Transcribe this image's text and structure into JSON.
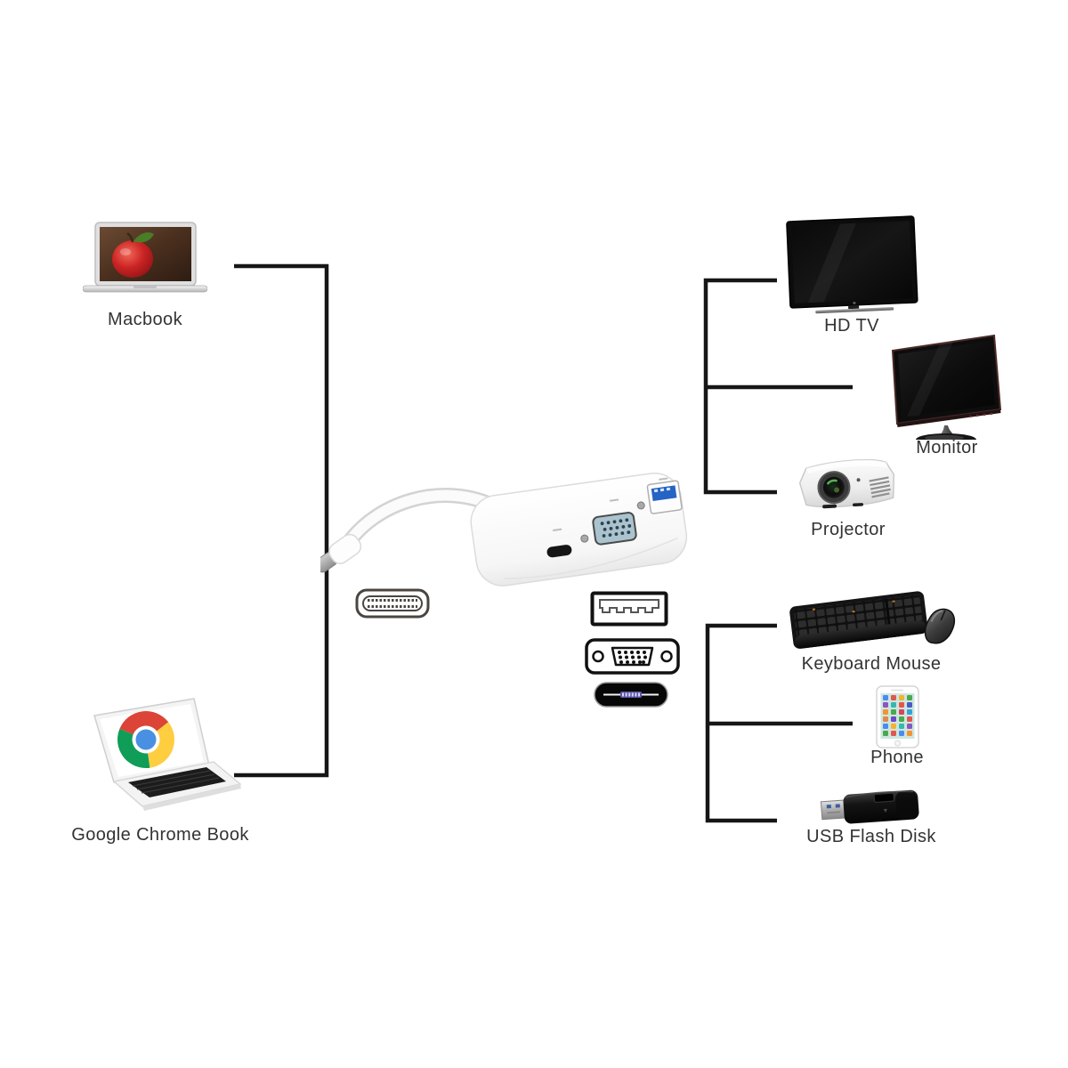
{
  "devices": {
    "macbook": {
      "label": "Macbook"
    },
    "chromebook": {
      "label": "Google Chrome Book"
    },
    "hdtv": {
      "label": "HD TV"
    },
    "monitor": {
      "label": "Monitor"
    },
    "projector": {
      "label": "Projector"
    },
    "keyboard_mouse": {
      "label": "Keyboard Mouse"
    },
    "phone": {
      "label": "Phone"
    },
    "usb_flash_disk": {
      "label": "USB Flash Disk"
    }
  },
  "adapter": {
    "icon": "usb-c-multiport-adapter-image",
    "port_icons": [
      "usb-c-port-icon",
      "usb-a-port-icon",
      "vga-port-icon",
      "usb-c-plug-icon"
    ]
  },
  "connections": [
    {
      "from": "Macbook",
      "to": "adapter"
    },
    {
      "from": "Google Chrome Book",
      "to": "adapter"
    },
    {
      "from": "adapter",
      "to": "HD TV"
    },
    {
      "from": "adapter",
      "to": "Monitor"
    },
    {
      "from": "adapter",
      "to": "Projector"
    },
    {
      "from": "adapter",
      "to": "Keyboard Mouse"
    },
    {
      "from": "adapter",
      "to": "Phone"
    },
    {
      "from": "adapter",
      "to": "USB Flash Disk"
    }
  ],
  "colors": {
    "line": "#161616",
    "label_text": "#333333",
    "usb_blue": "#2563c4",
    "vga_port_blue": "#a9c4cf",
    "chrome_red": "#db4437",
    "chrome_green": "#0f9d58",
    "chrome_yellow": "#ffcd40",
    "chrome_blue": "#4a90e2"
  }
}
